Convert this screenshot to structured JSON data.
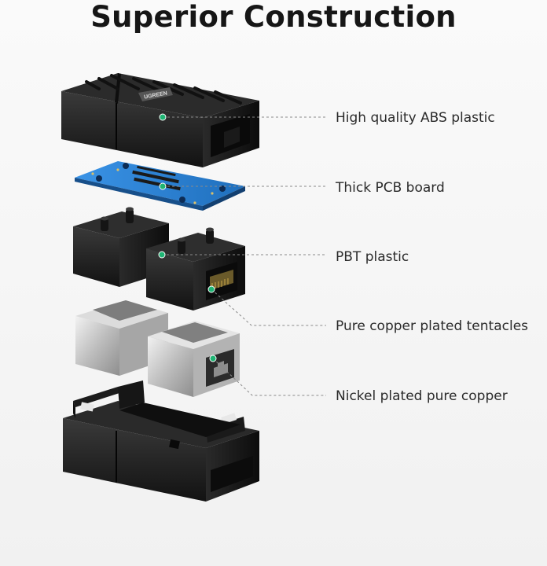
{
  "title": "Superior Construction",
  "brand_mark": "UGREEN",
  "callouts": [
    {
      "label": "High quality ABS plastic"
    },
    {
      "label": "Thick PCB board"
    },
    {
      "label": "PBT plastic"
    },
    {
      "label": "Pure copper plated tentacles"
    },
    {
      "label": "Nickel plated pure copper"
    }
  ],
  "colors": {
    "marker": "#1fb574",
    "plastic": "#1c1c1c",
    "pcb": "#2f7fd0",
    "metal": "#c9c9c9",
    "leader": "#8a8a8a"
  }
}
